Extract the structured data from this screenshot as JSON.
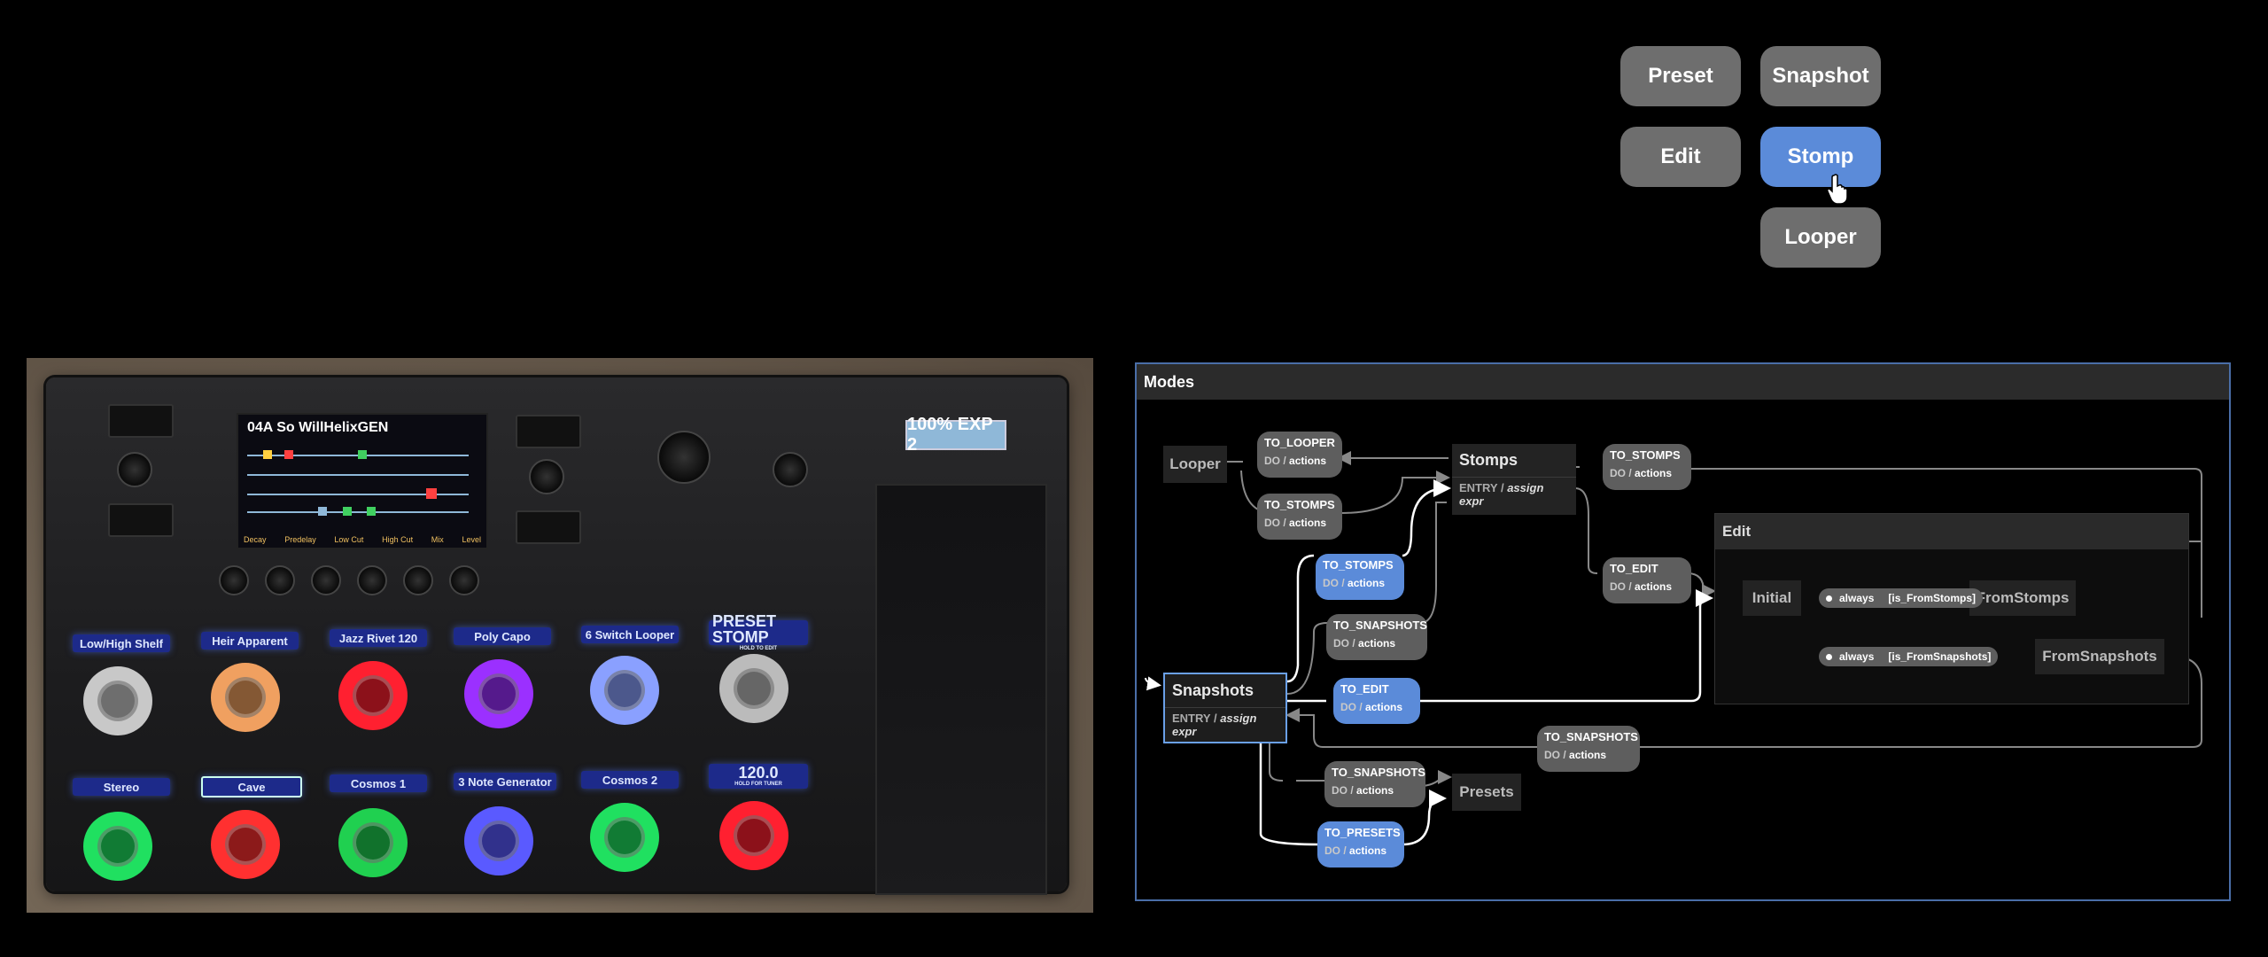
{
  "mode_buttons": {
    "preset": "Preset",
    "snapshot": "Snapshot",
    "edit": "Edit",
    "stomp": "Stomp",
    "looper": "Looper",
    "active": "Stomp"
  },
  "pedal": {
    "screen_title": "04A So WillHelixGEN",
    "screen_footer": [
      "Decay",
      "Predelay",
      "Low Cut",
      "High Cut",
      "Mix",
      "Level"
    ],
    "exp_display": "100% EXP 2",
    "scribbles_top": [
      "Low/High Shelf",
      "Heir Apparent",
      "Jazz Rivet 120",
      "Poly Capo",
      "6 Switch Looper",
      "PRESET STOMP"
    ],
    "scribble_top_sub": "HOLD TO EDIT",
    "scribbles_bottom": [
      "Stereo",
      "Cave",
      "Cosmos 1",
      "3 Note Generator",
      "Cosmos 2",
      "120.0"
    ],
    "scribble_bottom_sub": "HOLD FOR TUNER",
    "stomp_colors_top": [
      "#c8c8c8",
      "#f0a060",
      "#ff2030",
      "#9b30ff",
      "#8aa0ff",
      "#bbbbbb"
    ],
    "stomp_colors_bottom": [
      "#20e060",
      "#ff3030",
      "#20d050",
      "#5a5aff",
      "#20e060",
      "#ff2030"
    ]
  },
  "chart": {
    "title": "Modes",
    "states": {
      "looper": "Looper",
      "stomps": "Stomps",
      "stomps_entry_label": "ENTRY /",
      "stomps_entry_action": "assign expr",
      "snapshots": "Snapshots",
      "snapshots_entry_label": "ENTRY /",
      "snapshots_entry_action": "assign expr",
      "presets": "Presets",
      "edit": "Edit",
      "initial": "Initial",
      "from_stomps": "FromStomps",
      "from_snapshots": "FromSnapshots"
    },
    "do_label": "DO /",
    "actions_label": "actions",
    "events": {
      "to_looper": "TO_LOOPER",
      "to_stomps_looper": "TO_STOMPS",
      "to_stomps_right": "TO_STOMPS",
      "to_stomps_snap": "TO_STOMPS",
      "to_snapshots_mid": "TO_SNAPSHOTS",
      "to_edit_stomps": "TO_EDIT",
      "to_edit_snap": "TO_EDIT",
      "to_snapshots_edit": "TO_SNAPSHOTS",
      "to_snapshots_presets": "TO_SNAPSHOTS",
      "to_presets": "TO_PRESETS"
    },
    "guards": {
      "always1": "always",
      "cond1": "[is_FromStomps]",
      "always2": "always",
      "cond2": "[is_FromSnapshots]"
    },
    "colors": {
      "active": "#5b8bd9",
      "inactive": "#5e5e5e",
      "border": "#4a6ea8"
    }
  }
}
